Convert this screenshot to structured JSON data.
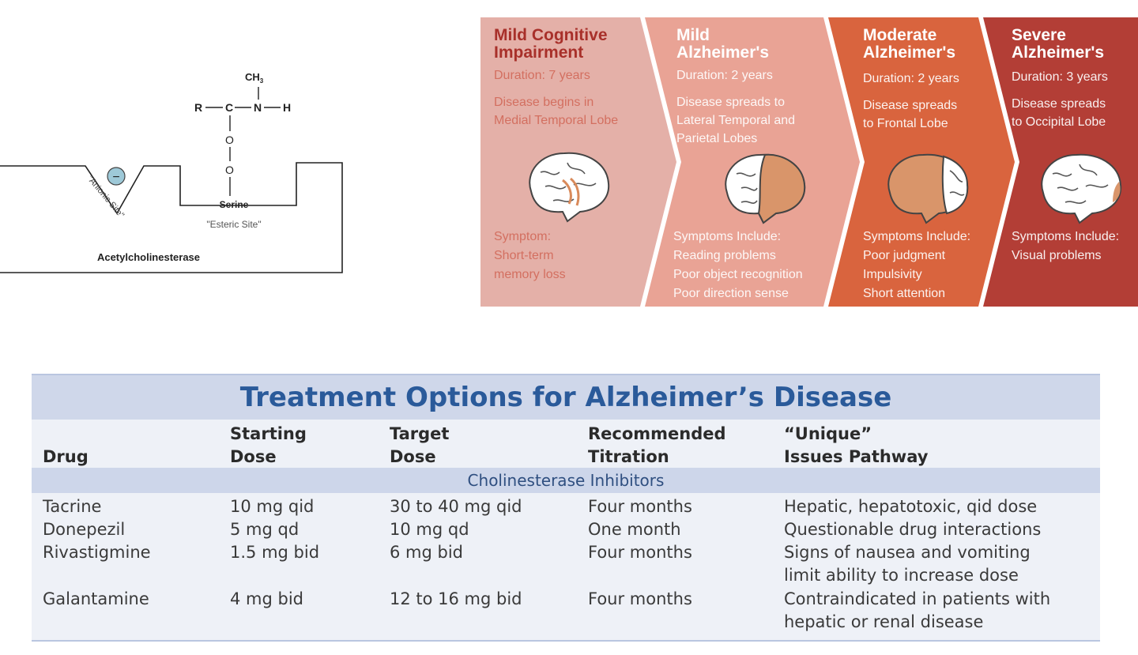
{
  "enzyme": {
    "methyl": "CH",
    "methyl_sub": "3",
    "r": "R",
    "c": "C",
    "n": "N",
    "h": "H",
    "o1": "O",
    "o2": "O",
    "anion": "−",
    "anionic_site": "\"Anionic  Site\"",
    "serine": "Serine",
    "esteric_site": "\"Esteric Site\"",
    "enzyme_name": "Acetylcholinesterase"
  },
  "stages": [
    {
      "title": [
        "Mild Cognitive",
        "Impairment"
      ],
      "duration": "Duration: 7 years",
      "description": [
        "Disease begins in",
        "Medial Temporal Lobe"
      ],
      "symptom_header": "Symptom:",
      "symptoms": [
        "Short-term",
        "memory loss"
      ],
      "color": "#e4b0a8"
    },
    {
      "title": [
        "Mild",
        "Alzheimer's"
      ],
      "duration": "Duration: 2 years",
      "description": [
        "Disease spreads to",
        "Lateral Temporal and",
        "Parietal Lobes"
      ],
      "symptom_header": "Symptoms Include:",
      "symptoms": [
        "Reading problems",
        "Poor object recognition",
        "Poor direction sense"
      ],
      "color": "#e9a395"
    },
    {
      "title": [
        "Moderate",
        "Alzheimer's"
      ],
      "duration": "Duration: 2 years",
      "description": [
        "Disease spreads",
        "to Frontal Lobe"
      ],
      "symptom_header": "Symptoms Include:",
      "symptoms": [
        "Poor judgment",
        "Impulsivity",
        "Short attention"
      ],
      "color": "#d9643e"
    },
    {
      "title": [
        "Severe",
        "Alzheimer's"
      ],
      "duration": "Duration: 3 years",
      "description": [
        "Disease spreads",
        "to Occipital Lobe"
      ],
      "symptom_header": "Symptoms Include:",
      "symptoms": [
        "Visual problems"
      ],
      "color": "#b33e36"
    }
  ],
  "table": {
    "title": "Treatment Options for Alzheimer’s Disease",
    "headers": [
      [
        "",
        "Drug"
      ],
      [
        "Starting",
        "Dose"
      ],
      [
        "Target",
        "Dose"
      ],
      [
        "Recommended",
        "Titration"
      ],
      [
        "“Unique”",
        "Issues Pathway"
      ]
    ],
    "subheader": "Cholinesterase Inhibitors",
    "rows": [
      {
        "drug": "Tacrine",
        "start": "10 mg qid",
        "target": "30 to 40 mg qid",
        "titration": "Four months",
        "issues": [
          "Hepatic, hepatotoxic, qid dose"
        ]
      },
      {
        "drug": "Donepezil",
        "start": "5 mg qd",
        "target": "10 mg qd",
        "titration": "One month",
        "issues": [
          "Questionable drug interactions"
        ]
      },
      {
        "drug": "Rivastigmine",
        "start": "1.5 mg bid",
        "target": "6 mg bid",
        "titration": "Four months",
        "issues": [
          "Signs of nausea and vomiting",
          "limit ability to increase dose"
        ]
      },
      {
        "drug": "Galantamine",
        "start": "4 mg bid",
        "target": "12 to 16 mg bid",
        "titration": "Four months",
        "issues": [
          "Contraindicated in patients with",
          "hepatic or renal disease"
        ]
      }
    ]
  }
}
